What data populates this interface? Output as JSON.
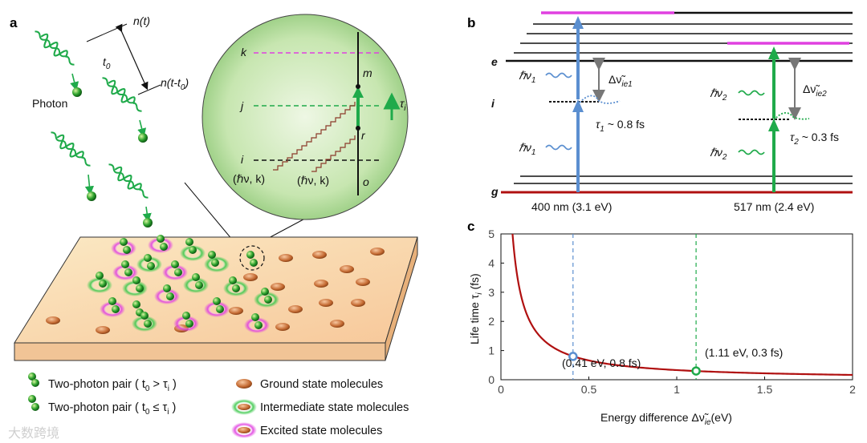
{
  "figure": {
    "panel_a": {
      "letter": "a",
      "pulse_label_1": "n(t)",
      "pulse_label_2": "n(t-t",
      "pulse_label_2_sub": "0",
      "pulse_label_2_end": ")",
      "delay_label": "t",
      "delay_sub": "0",
      "photon_label": "Photon",
      "inset": {
        "level_k": "k",
        "level_j": "j",
        "level_i": "i",
        "point_m": "m",
        "point_r": "r",
        "point_o": "o",
        "tau_label": "τ",
        "tau_sub": "i",
        "photon_tag_1": "(ℏν, k)",
        "photon_tag_2": "(ℏν, k)"
      },
      "legend": [
        {
          "name": "two-photon-pair-1",
          "text": "Two-photon pair ( t",
          "sub": "0",
          "op": " > τ",
          "sub2": "i",
          "end": " )"
        },
        {
          "name": "two-photon-pair-2",
          "text": "Two-photon pair ( t",
          "sub": "0",
          "op": " ≤ τ",
          "sub2": "i",
          "end": " )"
        },
        {
          "name": "ground-state",
          "text": "Ground state molecules"
        },
        {
          "name": "intermediate-state",
          "text": "Intermediate state molecules"
        },
        {
          "name": "excited-state",
          "text": "Excited state molecules"
        }
      ]
    },
    "panel_b": {
      "letter": "b",
      "level_e": "e",
      "level_i": "i",
      "level_g": "g",
      "hv1": "ℏν",
      "hv1_sub": "1",
      "hv2": "ℏν",
      "hv2_sub": "2",
      "delta1": "Δν̃",
      "delta1_sub": "ie1",
      "delta2": "Δν̃",
      "delta2_sub": "ie2",
      "tau1": "τ",
      "tau1_sub": "1",
      "tau1_val": " ~ 0.8 fs",
      "tau2": "τ",
      "tau2_sub": "2",
      "tau2_val": " ~ 0.3 fs",
      "wl1": "400 nm (3.1 eV)",
      "wl2": "517 nm (2.4 eV)"
    },
    "panel_c": {
      "letter": "c",
      "annotation_1": "(0.41 eV, 0.8 fs)",
      "annotation_2": "(1.11 eV, 0.3 fs)",
      "ylabel": "Life time τ",
      "ylabel_sub": "i",
      "ylabel_end": " (fs)",
      "xlabel": "Energy difference Δν̃",
      "xlabel_sub": "ie",
      "xlabel_end": "(eV)"
    },
    "watermark": "大数跨境",
    "colors": {
      "green": "#1faa4a",
      "blue": "#5b8fd0",
      "magenta": "#e040e0",
      "curve": "#b01010",
      "ground_line": "#b01010"
    }
  },
  "chart_data": {
    "type": "line",
    "series": [
      {
        "values_fn": "tau = 0.33 / E",
        "x_range": [
          0.066,
          2.0
        ]
      }
    ],
    "points": [
      {
        "x": 0.41,
        "y": 0.8,
        "label": "(0.41 eV, 0.8 fs)"
      },
      {
        "x": 1.11,
        "y": 0.3,
        "label": "(1.11 eV, 0.3 fs)"
      }
    ],
    "xlim": [
      0,
      2
    ],
    "ylim": [
      0,
      5
    ],
    "xticks": [
      "0",
      "0.5",
      "1",
      "1.5",
      "2"
    ],
    "yticks": [
      "0",
      "1",
      "2",
      "3",
      "4",
      "5"
    ],
    "xlabel": "Energy difference Δν̃ie(eV)",
    "ylabel": "Life time τi (fs)",
    "grid": false
  }
}
